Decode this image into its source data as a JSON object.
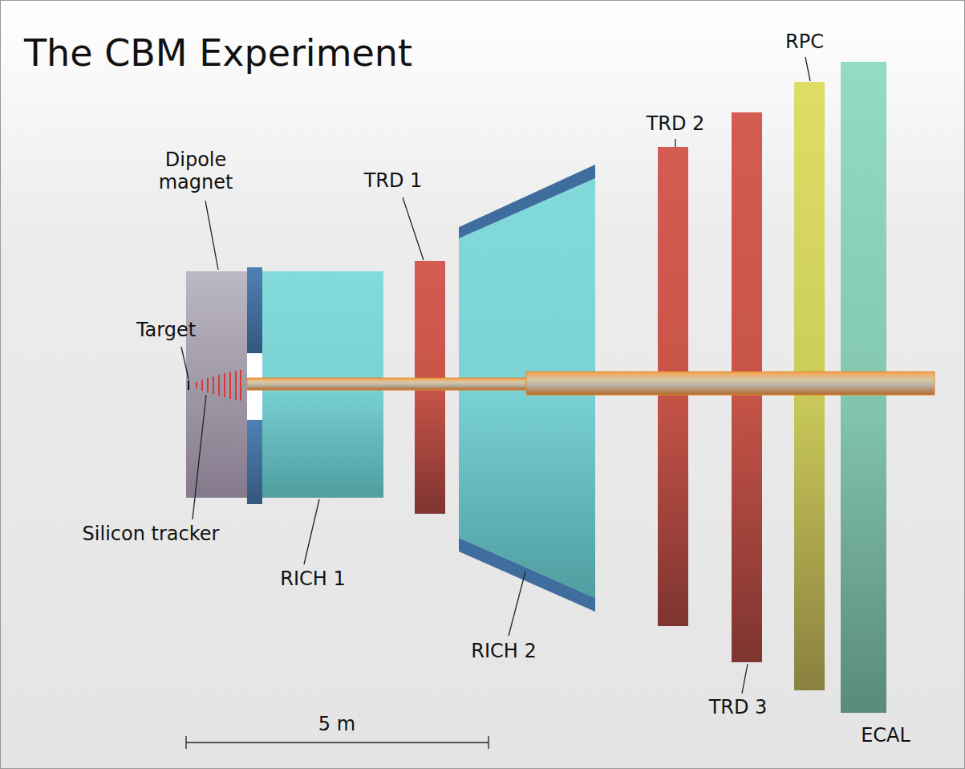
{
  "diagram": {
    "title": "The CBM Experiment",
    "labels": [
      "Dipole magnet",
      "Target",
      "Silicon tracker",
      "RICH 1",
      "TRD 1",
      "RICH 2",
      "TRD 2",
      "TRD 3",
      "RPC",
      "ECAL",
      "5 m"
    ]
  }
}
